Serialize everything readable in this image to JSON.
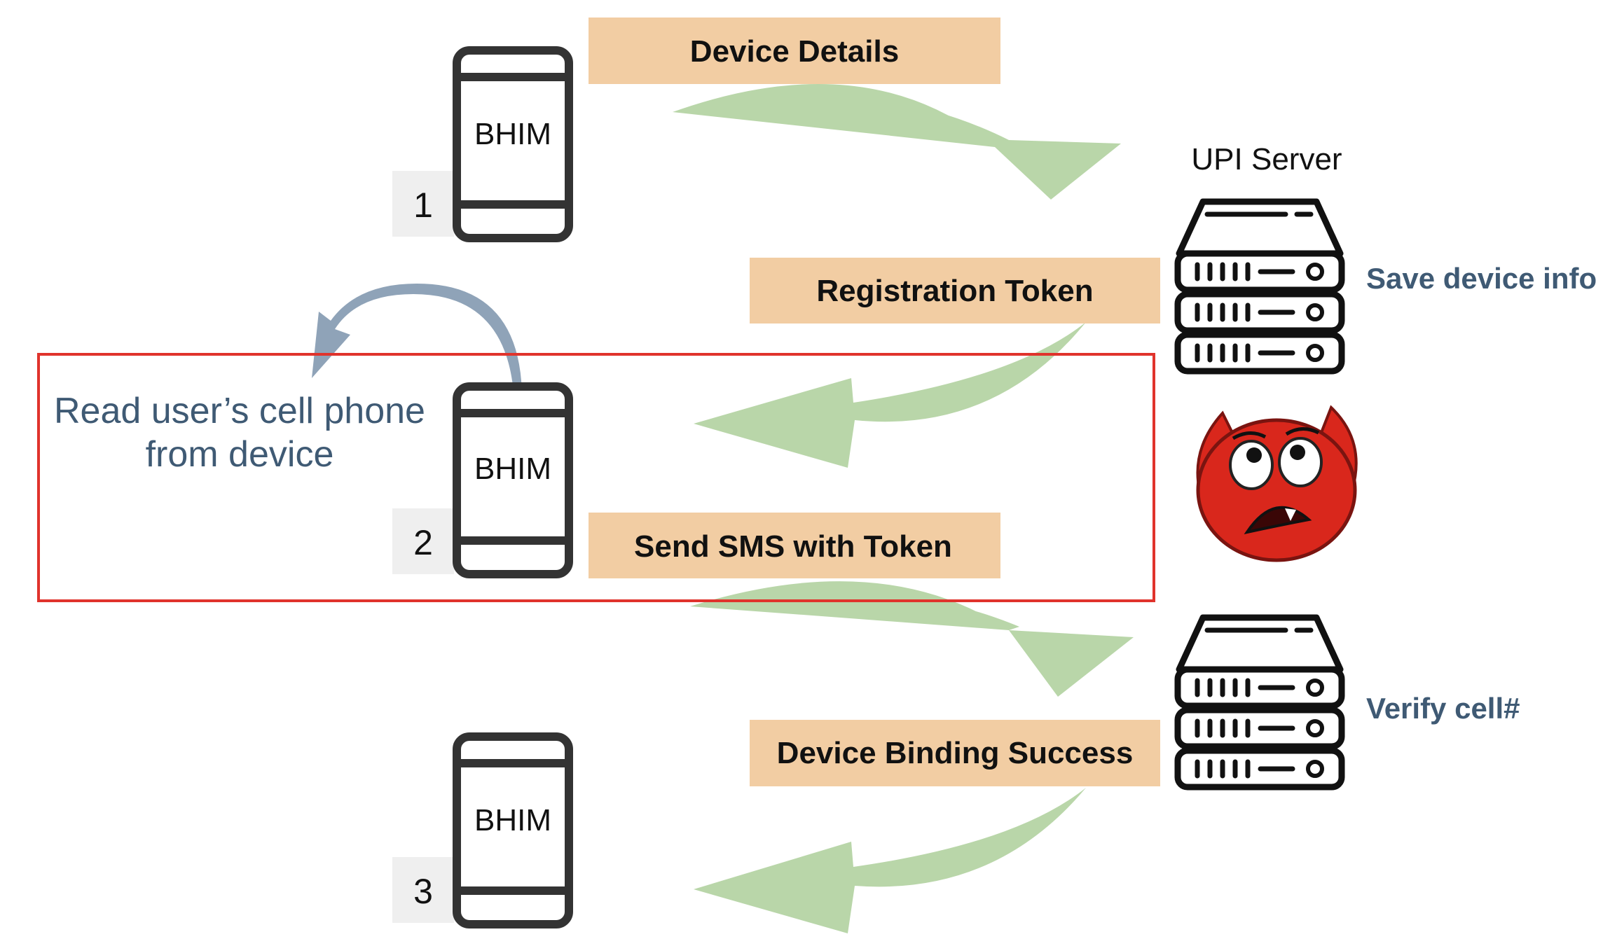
{
  "colors": {
    "label_fill": "#f2cda3",
    "arrow_green": "#b9d6a9",
    "arrow_blue": "#8fa3b8",
    "frame_red": "#e0332c",
    "note_blue": "#3f5a74",
    "device_stroke": "#333333",
    "step_bg": "#efefef",
    "devil_red": "#d9271c"
  },
  "labels": {
    "device_details": "Device Details",
    "registration_token": "Registration Token",
    "send_sms": "Send SMS with Token",
    "binding_success": "Device Binding Success"
  },
  "phones": [
    {
      "app": "BHIM",
      "step": "1"
    },
    {
      "app": "BHIM",
      "step": "2"
    },
    {
      "app": "BHIM",
      "step": "3"
    }
  ],
  "server": {
    "title": "UPI Server",
    "note_top": "Save device info",
    "note_bottom": "Verify cell#"
  },
  "attack_note": {
    "line1": "Read user’s cell phone",
    "line2": "from device"
  },
  "icons": {
    "phone": "smartphone-icon",
    "server": "server-rack-icon",
    "attacker": "devil-face-icon"
  }
}
